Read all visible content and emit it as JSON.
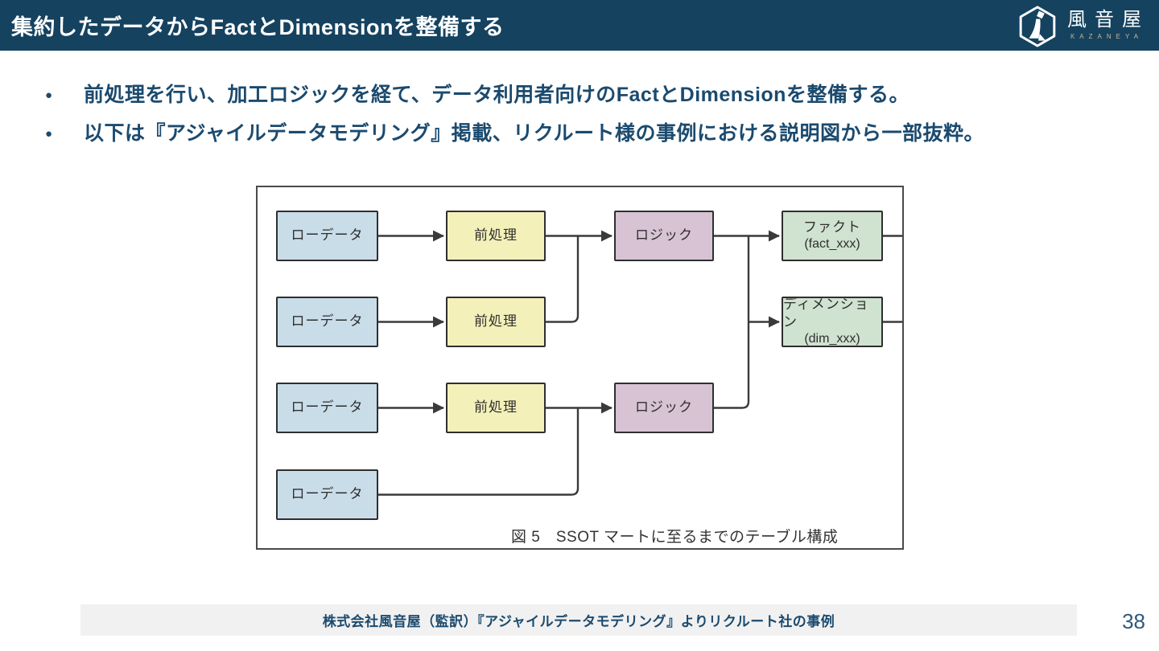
{
  "header": {
    "title": "集約したデータからFactとDimensionを整備する",
    "logo": {
      "name": "風音屋",
      "subtitle": "KAZANEYA"
    }
  },
  "bullets": [
    {
      "marker": "●",
      "text": "前処理を行い、加工ロジックを経て、データ利用者向けのFactとDimensionを整備する。"
    },
    {
      "marker": "●",
      "text": "以下は『アジャイルデータモデリング』掲載、リクルート様の事例における説明図から一部抜粋。"
    }
  ],
  "diagram": {
    "caption": "図 5　SSOT マートに至るまでのテーブル構成",
    "nodes": [
      {
        "id": "raw-1",
        "label": "ローデータ"
      },
      {
        "id": "raw-2",
        "label": "ローデータ"
      },
      {
        "id": "raw-3",
        "label": "ローデータ"
      },
      {
        "id": "raw-4",
        "label": "ローデータ"
      },
      {
        "id": "pre-1",
        "label": "前処理"
      },
      {
        "id": "pre-2",
        "label": "前処理"
      },
      {
        "id": "pre-3",
        "label": "前処理"
      },
      {
        "id": "logic-1",
        "label": "ロジック"
      },
      {
        "id": "logic-2",
        "label": "ロジック"
      },
      {
        "id": "fact",
        "label": "ファクト",
        "sublabel": "(fact_xxx)"
      },
      {
        "id": "dimension",
        "label": "ディメンション",
        "sublabel": "(dim_xxx)"
      }
    ],
    "edges": [
      [
        "raw-1",
        "pre-1"
      ],
      [
        "raw-2",
        "pre-2"
      ],
      [
        "raw-3",
        "pre-3"
      ],
      [
        "pre-1",
        "logic-1"
      ],
      [
        "pre-2",
        "logic-1"
      ],
      [
        "pre-3",
        "logic-2"
      ],
      [
        "raw-4",
        "logic-2"
      ],
      [
        "logic-1",
        "fact"
      ],
      [
        "logic-1",
        "dimension"
      ],
      [
        "logic-2",
        "fact"
      ],
      [
        "logic-2",
        "dimension"
      ]
    ]
  },
  "footer": {
    "source": "株式会社風音屋（監訳）『アジャイルデータモデリング』よりリクルート社の事例",
    "page": "38"
  },
  "colors": {
    "header_bg": "#15425f",
    "accent_text": "#1b4a6e",
    "node_raw": "#c9dde9",
    "node_pre": "#f4f0ba",
    "node_logic": "#d7c3d3",
    "node_out": "#d0e2d0",
    "connector": "#3a3a3a",
    "logo_gold": "#c9b98f",
    "footer_band": "#f1f1f1"
  }
}
